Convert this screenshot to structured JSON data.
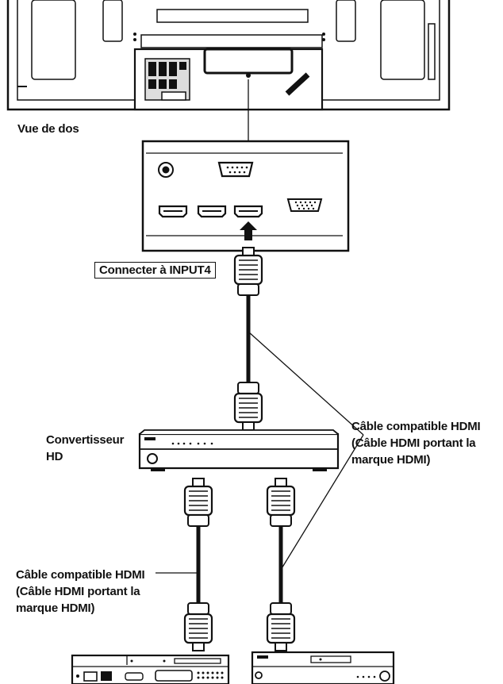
{
  "labels": {
    "back_view": "Vue de dos",
    "connect_input4": "Connecter à INPUT4",
    "hd_converter": [
      "Convertisseur",
      "HD"
    ],
    "cable_right": [
      "Câble compatible HDMI",
      "(Câble HDMI portant la",
      "marque HDMI)"
    ],
    "cable_left": [
      "Câble compatible HDMI",
      "(Câble HDMI portant la",
      "marque HDMI)"
    ]
  },
  "colors": {
    "line": "#111111",
    "panel": "#ffffff",
    "port": "#ffffff"
  }
}
